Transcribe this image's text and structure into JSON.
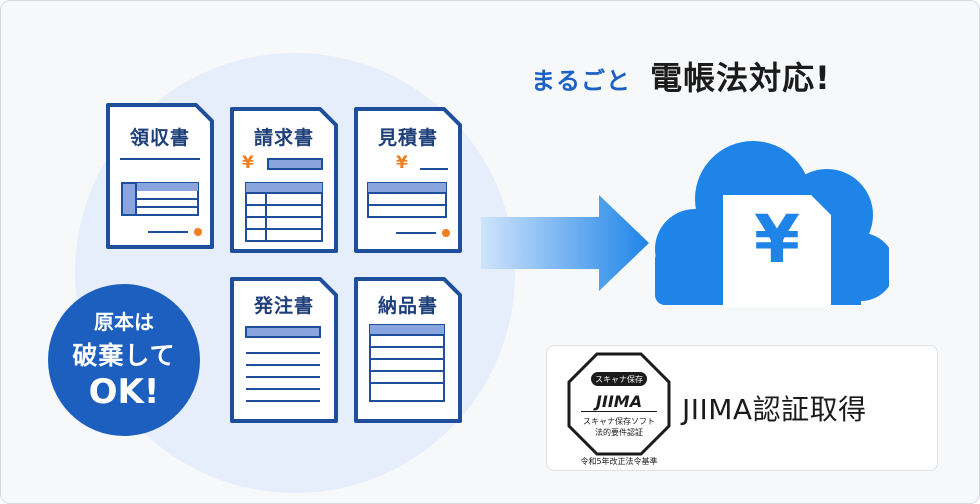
{
  "headline": {
    "sub": "まるごと",
    "main": "電帳法対応!"
  },
  "documents": {
    "receipt": {
      "title": "領収書"
    },
    "invoice": {
      "title": "請求書",
      "yen": "¥"
    },
    "quote": {
      "title": "見積書",
      "yen": "¥"
    },
    "order": {
      "title": "発注書"
    },
    "delivery": {
      "title": "納品書"
    }
  },
  "badge": {
    "line1": "原本は",
    "line2": "破棄して",
    "line3": "OK!"
  },
  "cloud": {
    "symbol": "¥"
  },
  "certification": {
    "label": "JIIMA認証取得",
    "logo": {
      "top": "スキャナ保存",
      "brand": "JIIMA",
      "line1": "スキャナ保存ソフト",
      "line2": "法的要件認証",
      "footer": "令和5年改正法令基準"
    }
  },
  "colors": {
    "accent": "#1c62c4",
    "badge": "#1d5fbf",
    "doc_border": "#1e4f9c",
    "doc_bar": "#8aa4dd",
    "dot": "#f0801e",
    "cloud": "#1e84e8"
  }
}
